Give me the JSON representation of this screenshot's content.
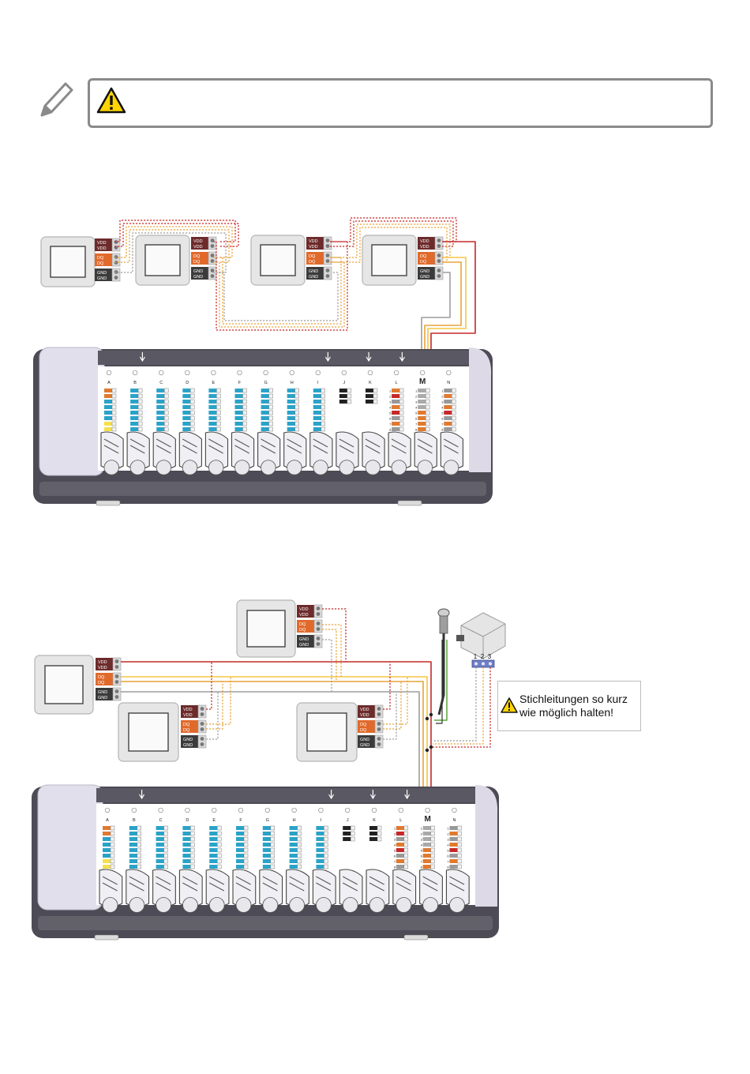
{
  "notice": {
    "note_icon": "pencil-icon",
    "warning_icon": "warning-icon"
  },
  "terminal_labels": {
    "vdd": "VDD",
    "dq": "DQ",
    "gnd": "GND"
  },
  "rail": {
    "module_letters": [
      "A",
      "B",
      "C",
      "D",
      "E",
      "F",
      "G",
      "H",
      "I",
      "J",
      "K",
      "L",
      "M",
      "N"
    ],
    "highlight_label": "M",
    "pin_numbers": [
      "1",
      "2",
      "3",
      "4",
      "5",
      "6",
      "7",
      "8"
    ]
  },
  "sensor_terminals": [
    "1",
    "2",
    "3"
  ],
  "callout": {
    "text": "Stichleitungen so kurz wie möglich halten!",
    "icon": "warning-icon"
  },
  "colors": {
    "vdd_wire": "#c62828",
    "dq_wire": "#e8a33a",
    "dq_wire_alt": "#f5c542",
    "gnd_wire": "#9e9e9e",
    "sensor_wire": "#5aa63b",
    "vdd_block": "#6d2b2b",
    "dq_block": "#e06a2c",
    "gnd_block": "#3b3b3b",
    "module_blue": "#2aa3c9",
    "housing": "#4d4b55"
  }
}
